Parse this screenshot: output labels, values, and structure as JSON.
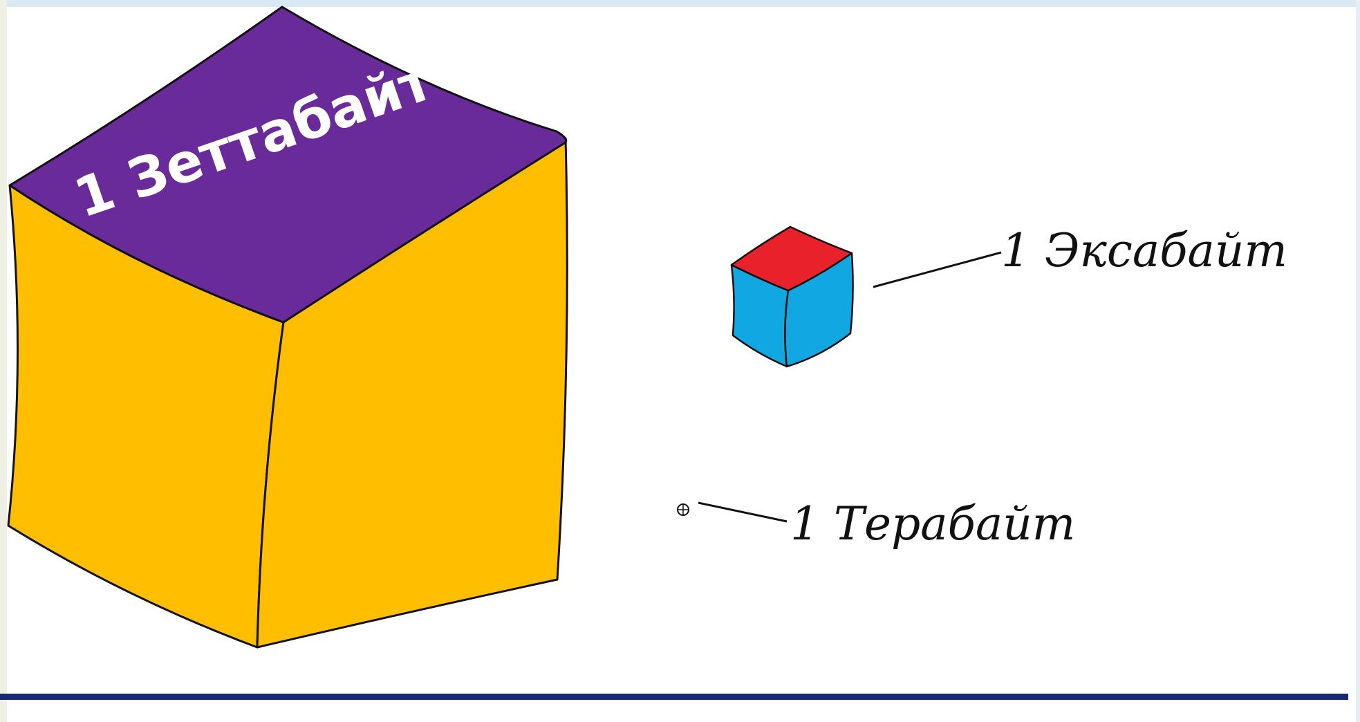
{
  "labels": {
    "zettabyte": "1 Зеттабайт",
    "exabyte": "1 Эксабайт",
    "terabyte": "1 Терабайт"
  },
  "colors": {
    "large_cube_top": "#6a2b9a",
    "large_cube_sides": "#ffbf00",
    "small_cube_top": "#e8212b",
    "small_cube_sides": "#11a7e2",
    "baseline": "#17296f"
  }
}
